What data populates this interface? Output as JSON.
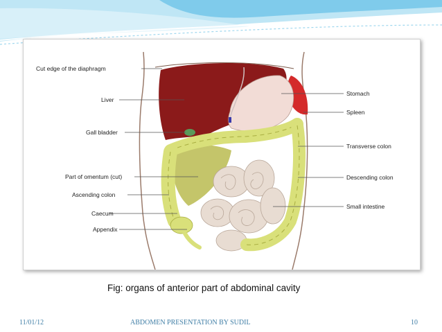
{
  "slide": {
    "caption": "Fig: organs of anterior part of abdominal cavity",
    "footer_date": "11/01/12",
    "footer_title": "ABDOMEN PRESENTATION BY SUDIL",
    "slide_number": "10"
  },
  "diagram": {
    "left_labels": {
      "diaphragm": "Cut edge of the diaphragm",
      "liver": "Liver",
      "gall_bladder": "Gall bladder",
      "omentum": "Part of omentum (cut)",
      "ascending_colon": "Ascending colon",
      "caecum": "Caecum",
      "appendix": "Appendix"
    },
    "right_labels": {
      "stomach": "Stomach",
      "spleen": "Spleen",
      "transverse_colon": "Transverse colon",
      "descending_colon": "Descending colon",
      "small_intestine": "Small intestine"
    }
  },
  "colors": {
    "accent": "#3f7ea6",
    "band_light": "#bfe6f5",
    "band_mid": "#6cc3e8",
    "liver": "#8b1a1a",
    "spleen": "#d42a2a",
    "stomach": "#f2dcd6",
    "colon": "#d9e07a",
    "omentum": "#c4c56a",
    "small_intestine": "#e8dcd2"
  }
}
